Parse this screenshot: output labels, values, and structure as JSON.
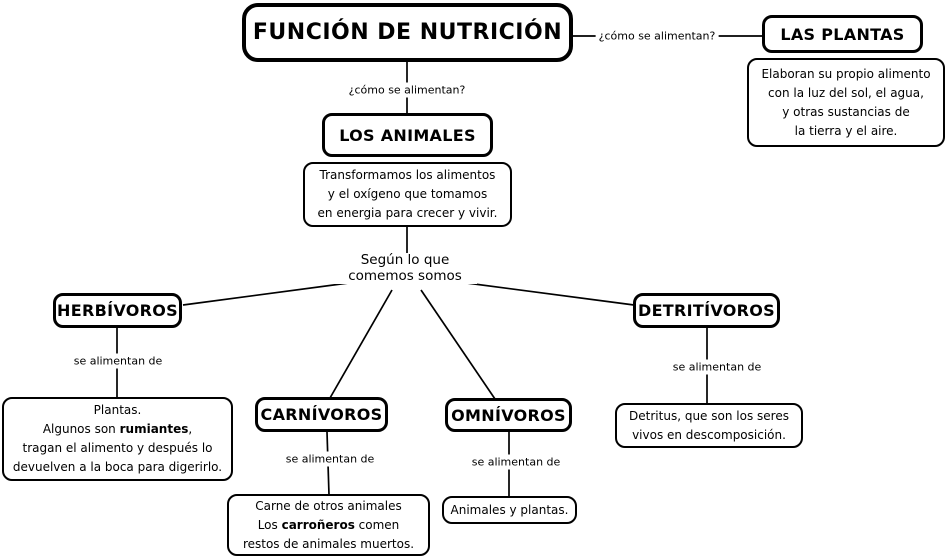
{
  "colors": {
    "ink": "#000000",
    "background": "#ffffff"
  },
  "labels": {
    "como_se_alimentan": "¿cómo se alimentan?",
    "se_alimentan_de": "se alimentan de"
  },
  "nodes": {
    "funcion": {
      "label": "FUNCIÓN DE NUTRICIÓN"
    },
    "plantas": {
      "label": "LAS PLANTAS",
      "desc": [
        "Elaboran su propio alimento",
        "con la luz del sol, el agua,",
        "y otras sustancias de",
        "la tierra y el aire."
      ]
    },
    "animales": {
      "label": "LOS ANIMALES",
      "desc": [
        "Transformamos los alimentos",
        "y el oxígeno que tomamos",
        "en energia para crecer y vivir."
      ]
    },
    "segun": {
      "lines": [
        "Según lo que",
        "comemos somos"
      ]
    },
    "herbivoros": {
      "label": "HERBÍVOROS",
      "desc": {
        "line1": "Plantas.",
        "line2_pre": "Algunos son ",
        "line2_bold": "rumiantes",
        "line2_post": ",",
        "line3": "tragan el alimento y después lo",
        "line4": "devuelven a la boca para digerirlo."
      }
    },
    "carnivoros": {
      "label": "CARNÍVOROS",
      "desc": {
        "line1": "Carne de otros animales",
        "line2_pre": "Los ",
        "line2_bold": "carroñeros",
        "line2_post": " comen",
        "line3": "restos de animales muertos."
      }
    },
    "omnivoros": {
      "label": "OMNÍVOROS",
      "desc": "Animales y plantas."
    },
    "detritivoros": {
      "label": "DETRITÍVOROS",
      "desc": [
        "Detritus, que son los seres",
        "vivos en descomposición."
      ]
    }
  }
}
